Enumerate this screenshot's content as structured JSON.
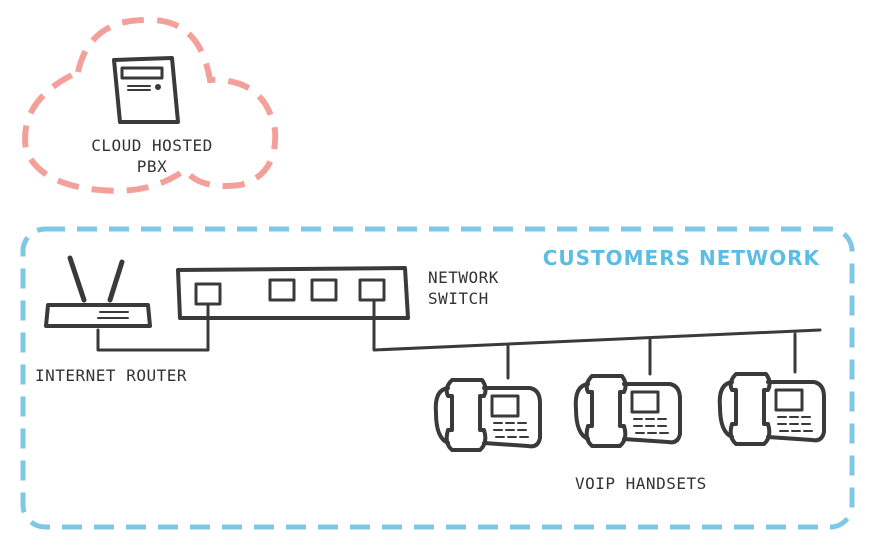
{
  "colors": {
    "cloud": "#f4a09a",
    "network": "#7ec8e6",
    "ink": "#3a3a3a"
  },
  "cloud": {
    "label_line1": "CLOUD HOSTED",
    "label_line2": "PBX",
    "icon": "server-icon"
  },
  "network": {
    "title": "CUSTOMERS NETWORK"
  },
  "router": {
    "label": "INTERNET ROUTER",
    "icon": "router-icon"
  },
  "switch": {
    "label_line1": "NETWORK",
    "label_line2": "SWITCH",
    "icon": "switch-icon"
  },
  "handsets": {
    "label": "VOIP HANDSETS",
    "count": 3,
    "icon": "desk-phone-icon"
  }
}
